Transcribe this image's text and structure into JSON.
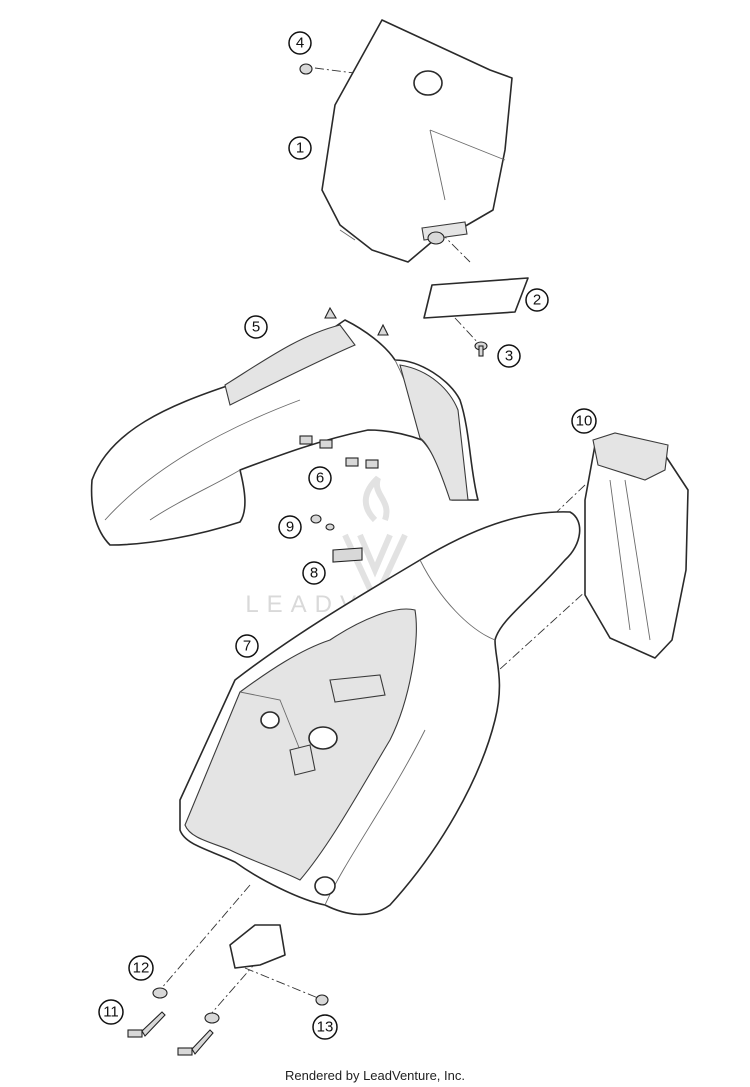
{
  "callouts": [
    {
      "label": "1"
    },
    {
      "label": "2"
    },
    {
      "label": "3"
    },
    {
      "label": "4"
    },
    {
      "label": "5"
    },
    {
      "label": "6"
    },
    {
      "label": "7"
    },
    {
      "label": "8"
    },
    {
      "label": "9"
    },
    {
      "label": "10"
    },
    {
      "label": "11"
    },
    {
      "label": "12"
    },
    {
      "label": "13"
    }
  ],
  "watermark": {
    "text": "LEADVENTURE"
  },
  "footer": {
    "text": "Rendered by LeadVenture, Inc."
  }
}
